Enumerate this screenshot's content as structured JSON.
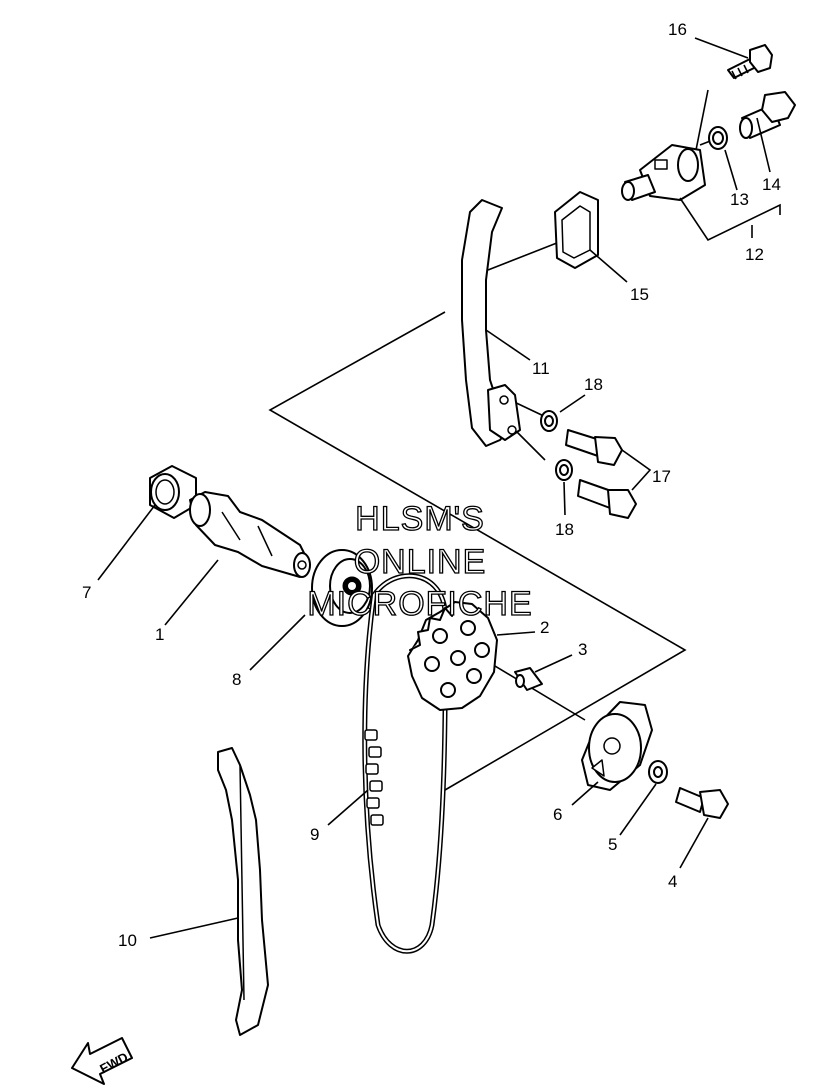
{
  "callouts": {
    "c1": "1",
    "c2": "2",
    "c3": "3",
    "c4": "4",
    "c5": "5",
    "c6": "6",
    "c7": "7",
    "c8": "8",
    "c9": "9",
    "c10": "10",
    "c11": "11",
    "c12": "12",
    "c13": "13",
    "c14": "14",
    "c15": "15",
    "c16": "16",
    "c17": "17",
    "c18a": "18",
    "c18b": "18"
  },
  "watermark": {
    "line1": "HLSM'S",
    "line2": "ONLINE",
    "line3": "MICROFICHE"
  },
  "direction_badge": {
    "label": "FWD"
  }
}
